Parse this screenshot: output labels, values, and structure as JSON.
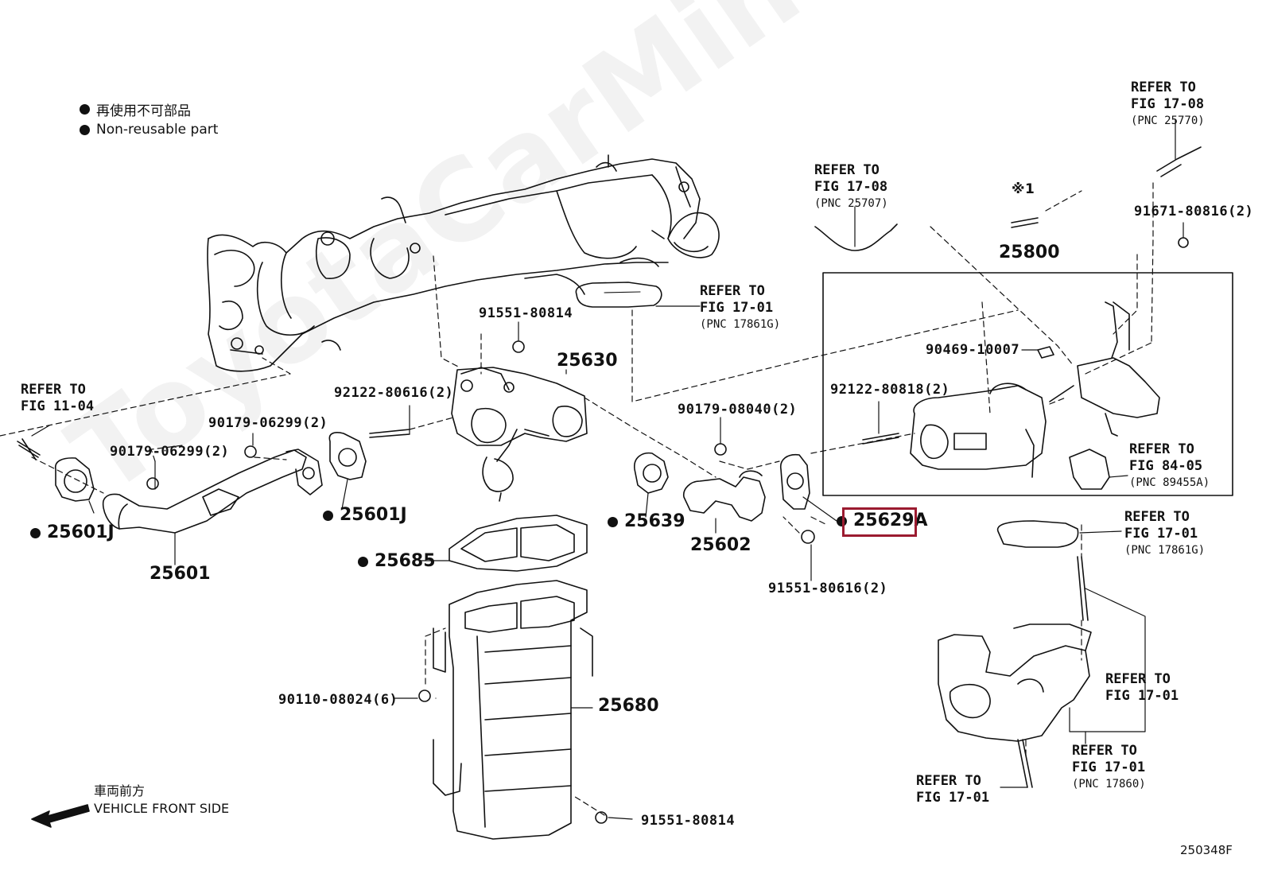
{
  "legend": {
    "jp": "再使用不可部品",
    "en": "Non-reusable part"
  },
  "watermark": "ToyotaCarMine.ru",
  "front": {
    "jp": "車両前方",
    "en": "VEHICLE FRONT SIDE"
  },
  "figure_number": "250348F",
  "highlighted_part": "25629A",
  "parts": {
    "p25601J_left": "25601J",
    "p25601": "25601",
    "p25601J_mid": "25601J",
    "p25685": "25685",
    "p25639": "25639",
    "p25602": "25602",
    "p25629A": "25629A",
    "p25630": "25630",
    "p25680": "25680",
    "p25800": "25800",
    "b90179_06299_a": "90179-06299(2)",
    "b90179_06299_b": "90179-06299(2)",
    "b92122_80616": "92122-80616(2)",
    "b91551_80814_top": "91551-80814",
    "b91551_80814_bottom": "91551-80814",
    "b90179_08040": "90179-08040(2)",
    "b91551_80616": "91551-80616(2)",
    "b90110_08024": "90110-08024(6)",
    "b92122_80818": "92122-80818(2)",
    "b90469_10007": "90469-10007",
    "b91671_80816": "91671-80816(2)",
    "mark1": "※1"
  },
  "refs": {
    "r_fig1104": {
      "l1": "REFER TO",
      "l2": "FIG 11-04",
      "pnc": ""
    },
    "r_fig1701_top": {
      "l1": "REFER TO",
      "l2": "FIG 17-01",
      "pnc": "(PNC 17861G)"
    },
    "r_fig1708_mid": {
      "l1": "REFER TO",
      "l2": "FIG 17-08",
      "pnc": "(PNC 25707)"
    },
    "r_fig1708_right": {
      "l1": "REFER TO",
      "l2": "FIG 17-08",
      "pnc": "(PNC 25770)"
    },
    "r_fig8405": {
      "l1": "REFER TO",
      "l2": "FIG 84-05",
      "pnc": "(PNC 89455A)"
    },
    "r_fig1701_right": {
      "l1": "REFER TO",
      "l2": "FIG 17-01",
      "pnc": "(PNC 17861G)"
    },
    "r_fig1701_mid": {
      "l1": "REFER TO",
      "l2": "FIG 17-01",
      "pnc": ""
    },
    "r_fig1701_pnc17860": {
      "l1": "REFER TO",
      "l2": "FIG 17-01",
      "pnc": "(PNC 17860)"
    },
    "r_fig1701_bottom": {
      "l1": "REFER TO",
      "l2": "FIG 17-01",
      "pnc": ""
    }
  }
}
